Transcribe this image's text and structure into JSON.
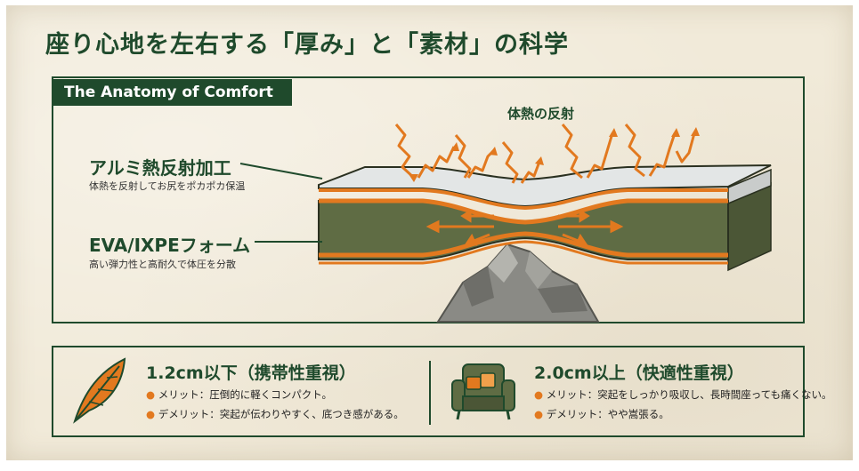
{
  "title": "座り心地を左右する「厚み」と「素材」の科学",
  "frame_label": "The Anatomy of Comfort",
  "diagram": {
    "heat_label": "体熱の反射",
    "aluminum": {
      "name": "アルミ熱反射加工",
      "desc": "体熱を反射してお尻をポカポカ保温"
    },
    "foam": {
      "name": "EVA/IXPEフォーム",
      "desc": "高い弾力性と高耐久で体圧を分散"
    },
    "colors": {
      "green": "#1f4a2c",
      "orange": "#e2791f",
      "foam": "#5f6c44",
      "rock": "#8a8a85"
    }
  },
  "options": [
    {
      "icon": "feather-icon",
      "title": "1.2cm以下（携帯性重視）",
      "bullets": [
        "メリット：圧倒的に軽くコンパクト。",
        "デメリット：突起が伝わりやすく、底つき感がある。"
      ]
    },
    {
      "icon": "armchair-icon",
      "title": "2.0cm以上（快適性重視）",
      "bullets": [
        "メリット：突起をしっかり吸収し、長時間座っても痛くない。",
        "デメリット：やや嵩張る。"
      ]
    }
  ]
}
